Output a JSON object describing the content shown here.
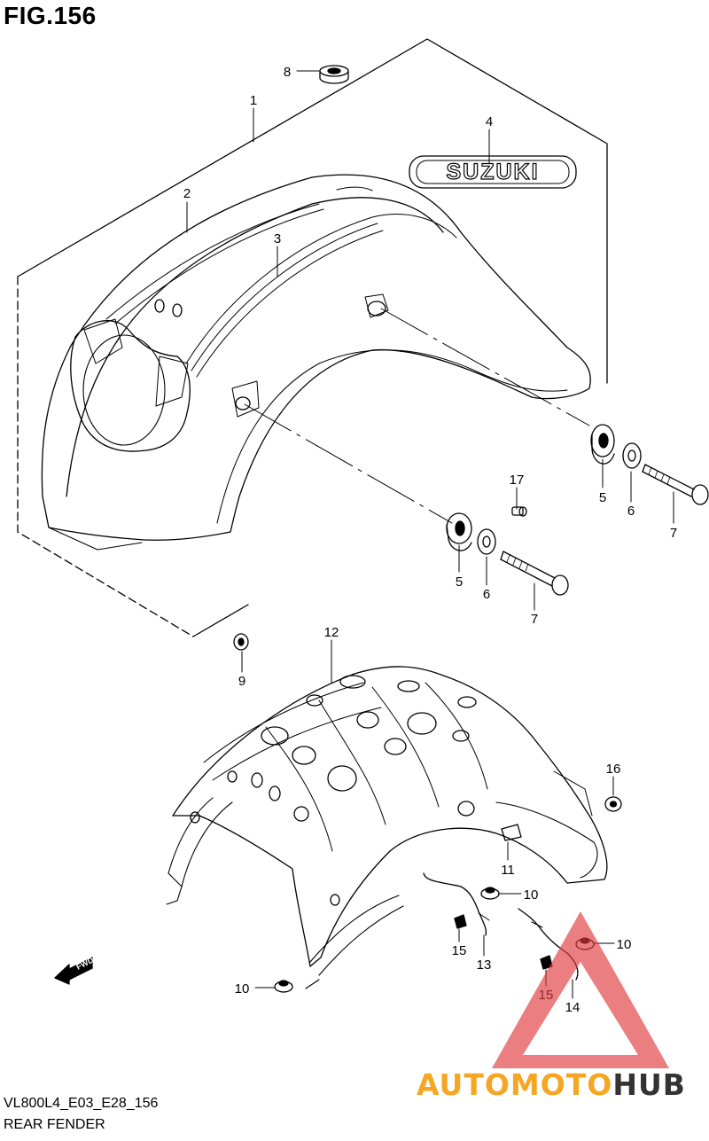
{
  "figure": {
    "title": "FIG.156",
    "code": "VL800L4_E03_E28_156",
    "caption": "REAR FENDER"
  },
  "decal_text": "SUZUKI",
  "fwd_text": "FWD",
  "callouts": [
    {
      "id": "c1",
      "label": "1"
    },
    {
      "id": "c2",
      "label": "2"
    },
    {
      "id": "c3",
      "label": "3"
    },
    {
      "id": "c4",
      "label": "4"
    },
    {
      "id": "c5a",
      "label": "5"
    },
    {
      "id": "c5b",
      "label": "5"
    },
    {
      "id": "c6a",
      "label": "6"
    },
    {
      "id": "c6b",
      "label": "6"
    },
    {
      "id": "c7a",
      "label": "7"
    },
    {
      "id": "c7b",
      "label": "7"
    },
    {
      "id": "c8",
      "label": "8"
    },
    {
      "id": "c9",
      "label": "9"
    },
    {
      "id": "c10a",
      "label": "10"
    },
    {
      "id": "c10b",
      "label": "10"
    },
    {
      "id": "c10c",
      "label": "10"
    },
    {
      "id": "c11",
      "label": "11"
    },
    {
      "id": "c12",
      "label": "12"
    },
    {
      "id": "c13",
      "label": "13"
    },
    {
      "id": "c14",
      "label": "14"
    },
    {
      "id": "c15a",
      "label": "15"
    },
    {
      "id": "c15b",
      "label": "15"
    },
    {
      "id": "c16",
      "label": "16"
    },
    {
      "id": "c17",
      "label": "17"
    }
  ],
  "watermark": {
    "part_a": "AUTOMOTO",
    "part_b": "HUB",
    "color_a": "#f5a623",
    "color_b": "#333333",
    "triangle_color": "#e0393e"
  }
}
